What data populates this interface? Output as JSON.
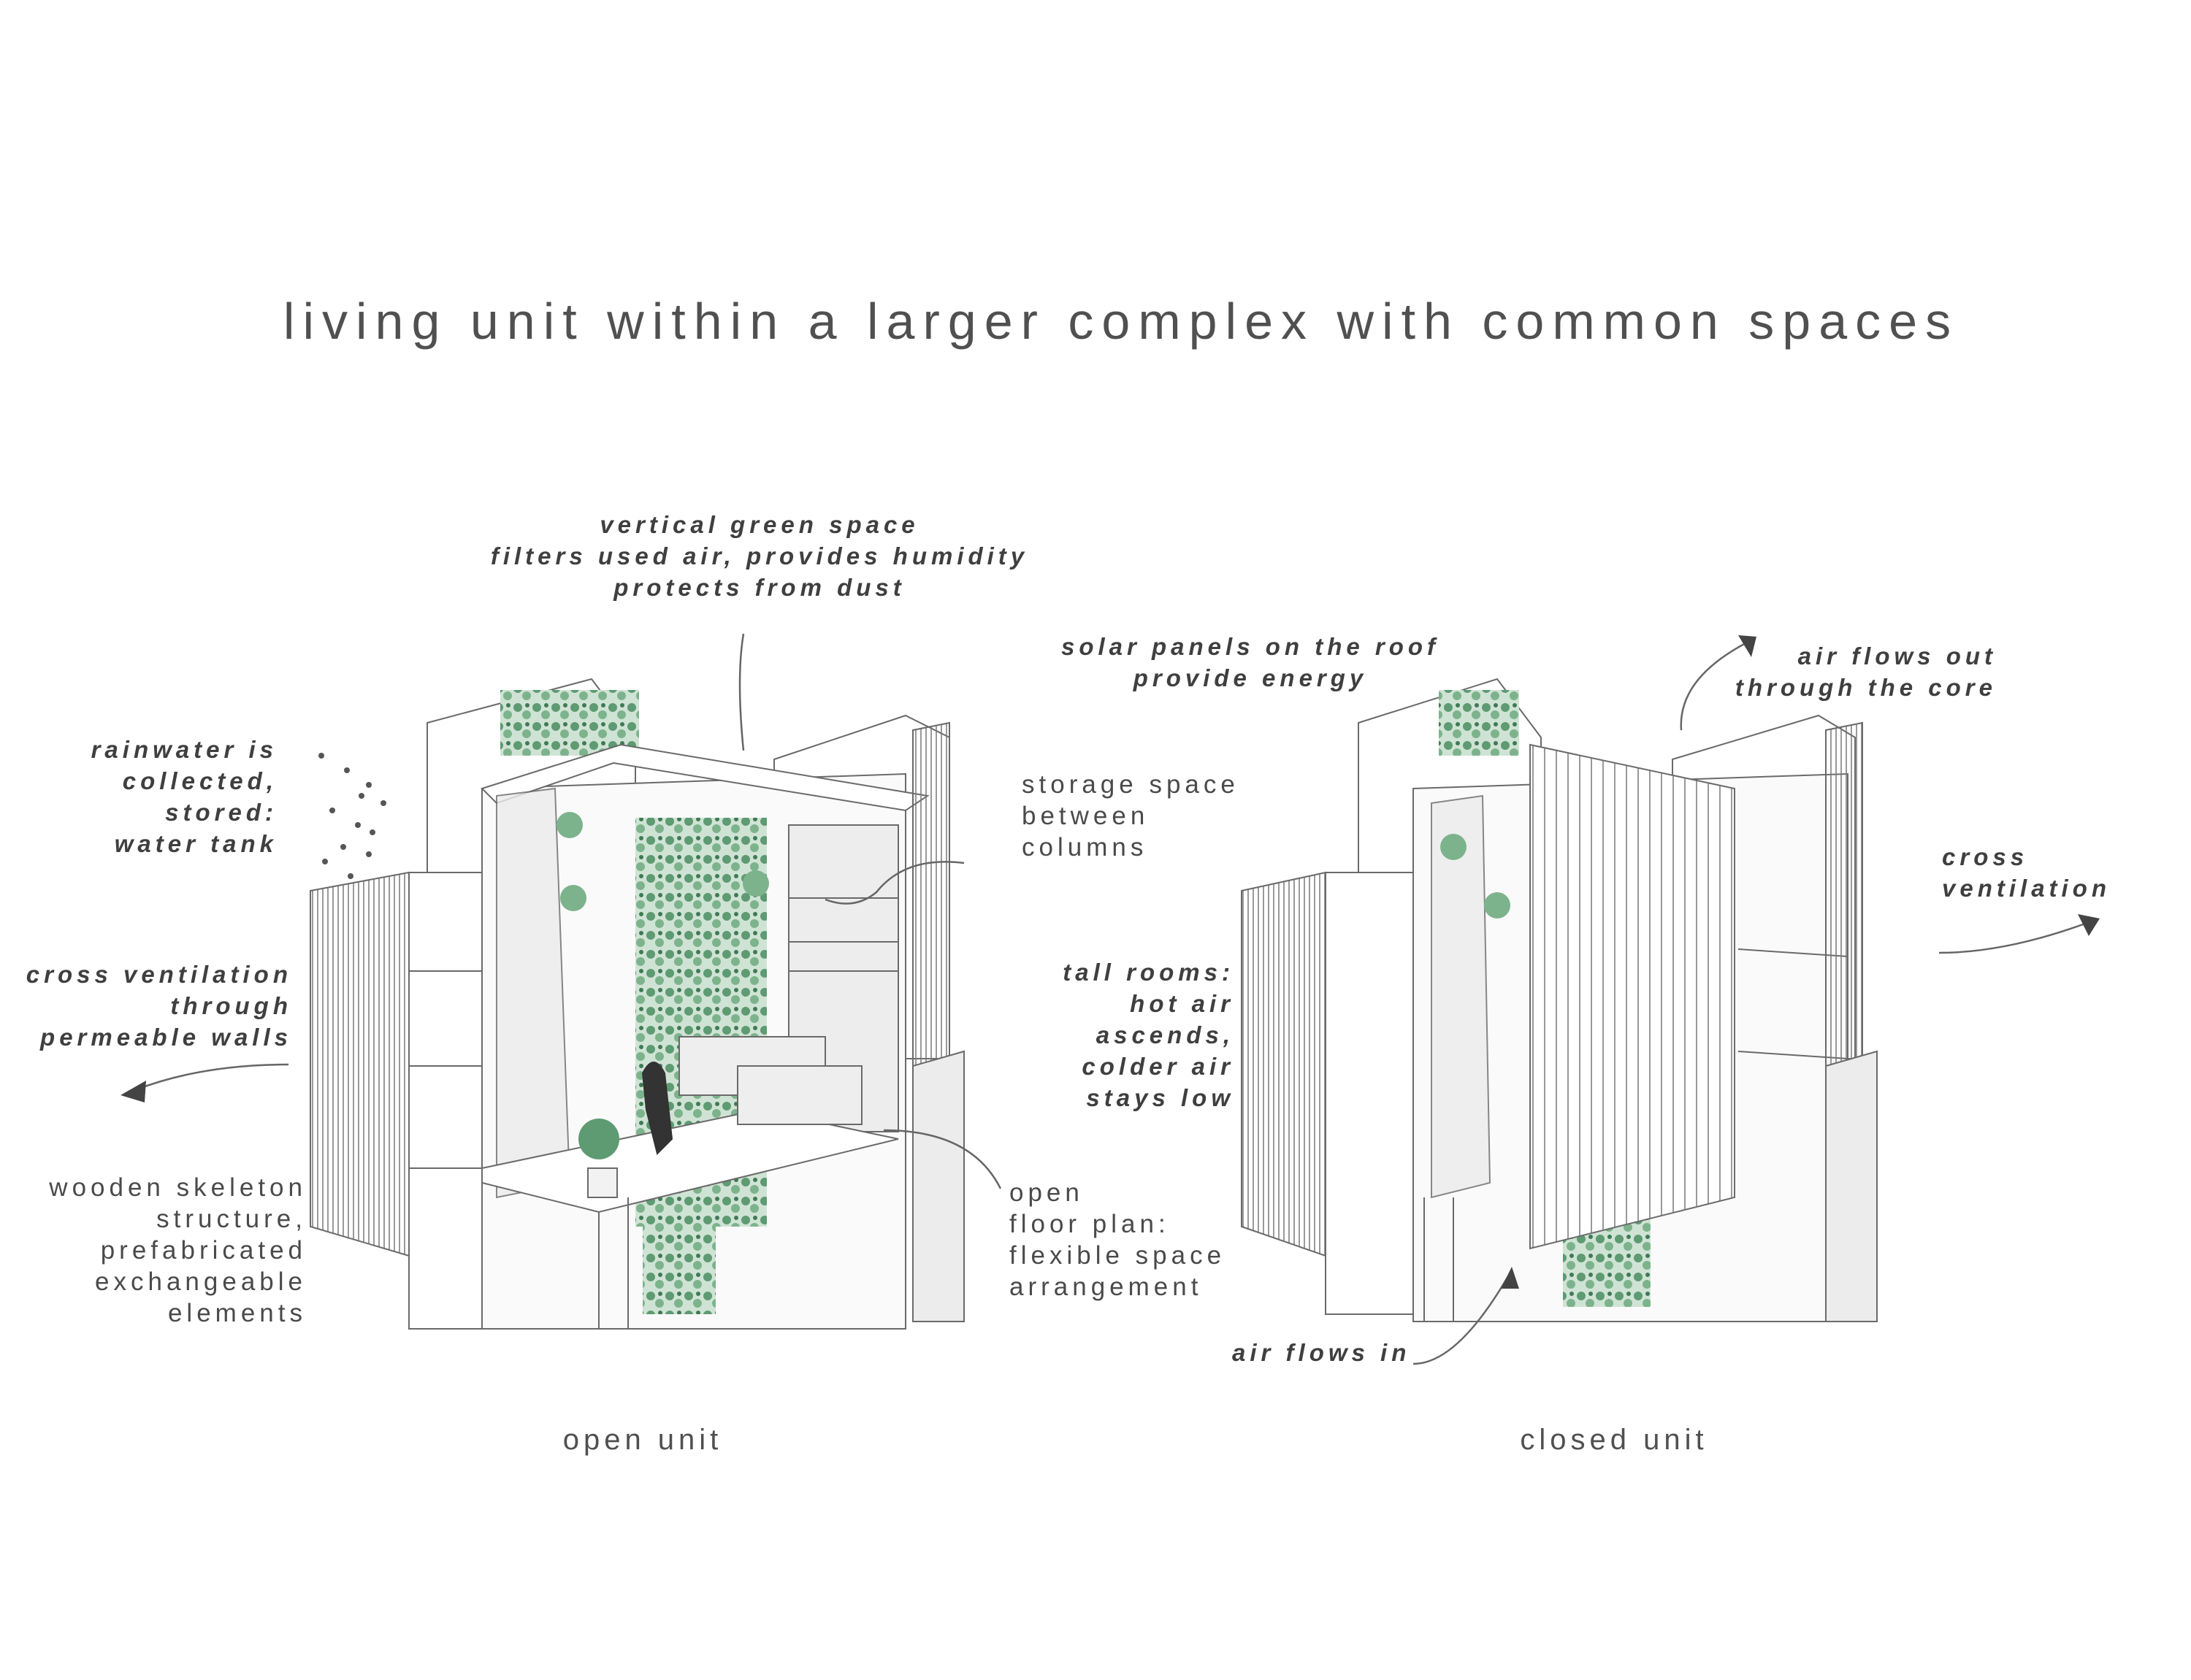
{
  "title": "living unit within a larger complex with common spaces",
  "open_unit": {
    "caption": "open unit",
    "labels": {
      "green_space": [
        "vertical green space",
        "filters used air, provides humidity",
        "protects from dust"
      ],
      "rainwater": [
        "rainwater is",
        "collected,",
        "stored:",
        "water tank"
      ],
      "cross_ventilation": [
        "cross ventilation",
        "through",
        "permeable walls"
      ],
      "skeleton": [
        "wooden skeleton",
        "structure,",
        "prefabricated",
        "exchangeable",
        "elements"
      ],
      "storage": [
        "storage space",
        "between",
        "columns"
      ],
      "floor_plan": [
        "open",
        "floor plan:",
        "flexible space",
        "arrangement"
      ]
    }
  },
  "closed_unit": {
    "caption": "closed unit",
    "labels": {
      "solar": [
        "solar panels on the roof",
        "provide energy"
      ],
      "air_out": [
        "air flows out",
        "through the core"
      ],
      "cross_ventilation": [
        "cross",
        "ventilation"
      ],
      "tall_rooms": [
        "tall rooms:",
        "hot air",
        "ascends,",
        "colder air",
        "stays low"
      ],
      "air_in": [
        "air flows in"
      ]
    }
  },
  "colors": {
    "text": "#4a4a4a",
    "line": "#6a6a6a",
    "green": "#5e9a72",
    "fill": "#e8e8e8"
  }
}
